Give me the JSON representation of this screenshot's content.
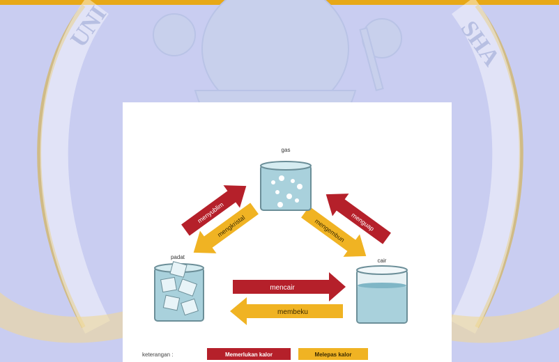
{
  "watermark": {
    "arc_left": "UNI",
    "arc_right": "SHA",
    "colors": {
      "bg": "#c9cdf1",
      "emblem": "#c8d0ec",
      "ring": "#d2b76b",
      "top_bar": "#e7a817"
    }
  },
  "diagram": {
    "states": {
      "gas": "gas",
      "solid": "padat",
      "liquid": "cair"
    },
    "arrows": {
      "sublimation_solid_to_gas": "menyublim",
      "deposition_gas_to_solid": "mengkristal",
      "evaporation_liquid_to_gas": "menguap",
      "condensation_gas_to_liquid": "mengembun",
      "melting_solid_to_liquid": "mencair",
      "freezing_liquid_to_solid": "membeku"
    },
    "legend": {
      "title": "keterangan :",
      "absorb_label": "Memerlukan kalor",
      "release_label": "Melepas kalor"
    },
    "colors": {
      "absorb": "#b5202a",
      "release": "#f0b323",
      "beaker_water": "#a9d1dc",
      "beaker_outline": "#6b8e98"
    }
  }
}
